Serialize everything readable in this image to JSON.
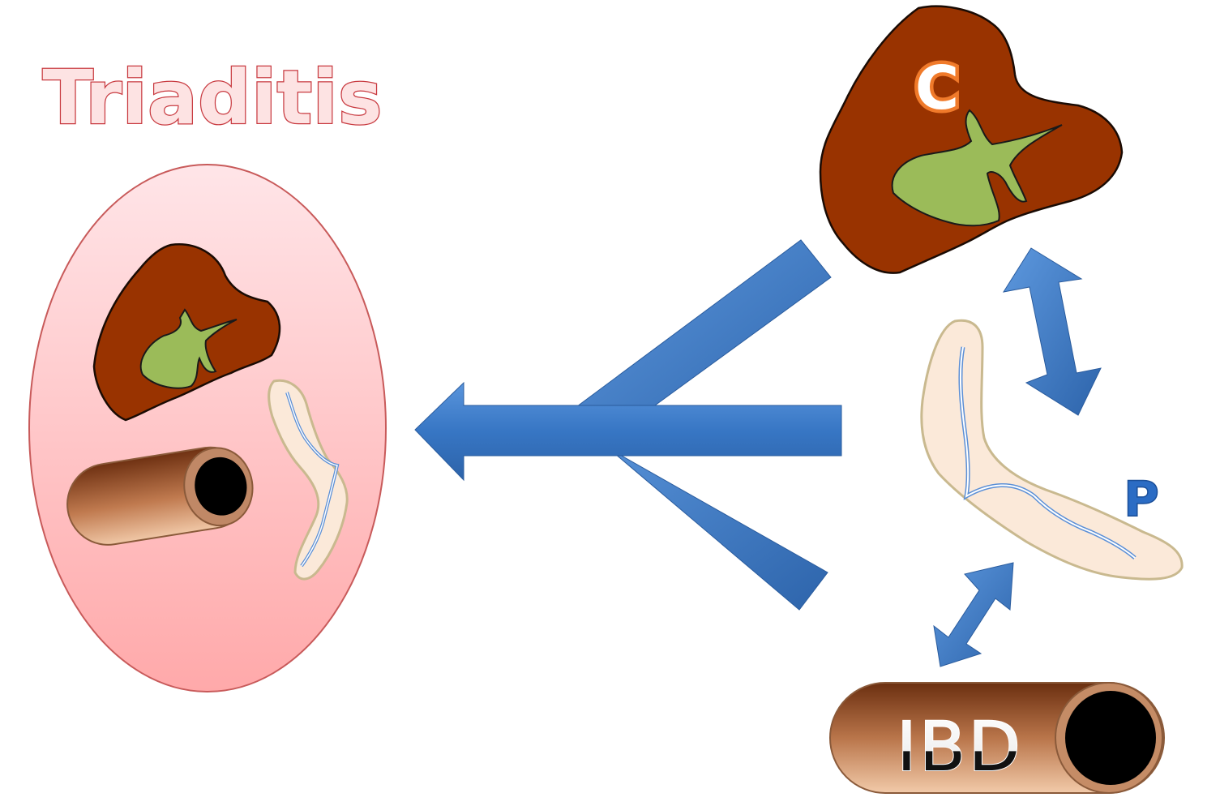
{
  "title": "Triaditis",
  "labels": {
    "cholangitis": "C",
    "pancreatitis": "P",
    "ibd": "IBD"
  },
  "colors": {
    "liver": "#993300",
    "gallbladder": "#9bbb59",
    "pancreas": "#fbe9d9",
    "pancreatic_duct": "#5b8fd6",
    "arrow": "#3a79c6",
    "oval_fill_top": "#ffe4e6",
    "oval_fill_bottom": "#ffaaab",
    "intestine_dark": "#6b3010",
    "intestine_light": "#e7b896"
  }
}
